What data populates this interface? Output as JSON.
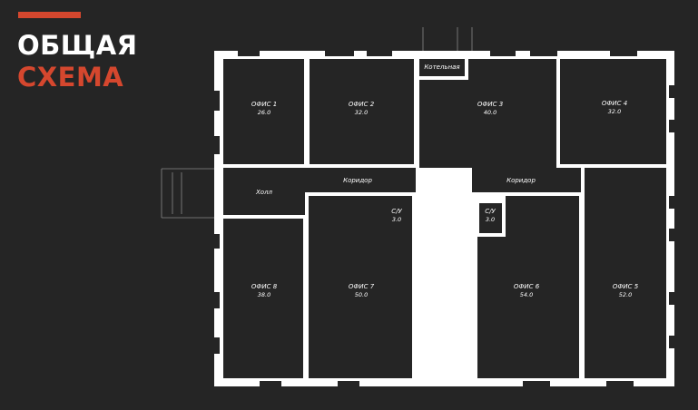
{
  "header": {
    "title_line1": "ОБЩАЯ",
    "title_line2": "СХЕМА"
  },
  "colors": {
    "background": "#252525",
    "accent": "#d5472e",
    "walls": "#ffffff",
    "room_fill": "#252525",
    "title_white": "#ffffff"
  },
  "plan": {
    "offices": [
      {
        "name": "ОФИС 1",
        "area": "26.0"
      },
      {
        "name": "ОФИС 2",
        "area": "32.0"
      },
      {
        "name": "ОФИС 3",
        "area": "40.0"
      },
      {
        "name": "ОФИС 4",
        "area": "32.0"
      },
      {
        "name": "ОФИС 5",
        "area": "52.0"
      },
      {
        "name": "ОФИС 6",
        "area": "54.0"
      },
      {
        "name": "ОФИС 7",
        "area": "50.0"
      },
      {
        "name": "ОФИС 8",
        "area": "38.0"
      }
    ],
    "boiler_room": "Котельная",
    "corridor_left": "Коридор",
    "corridor_right": "Коридор",
    "hall": "Холл",
    "wc_left": {
      "name": "С/У",
      "area": "3.0"
    },
    "wc_right": {
      "name": "С/У",
      "area": "3.0"
    }
  }
}
